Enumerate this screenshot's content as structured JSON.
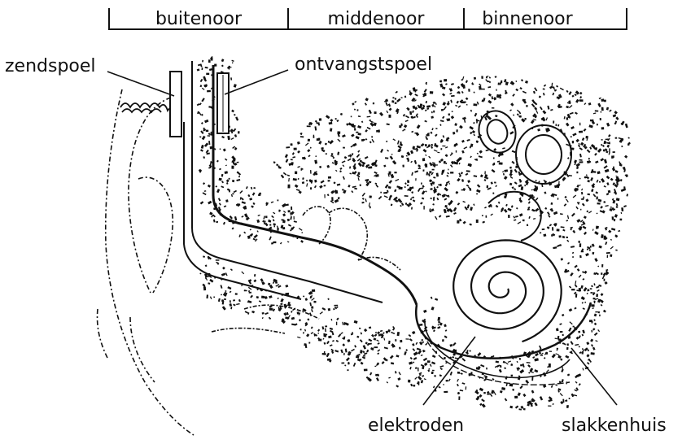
{
  "regions": {
    "outer_ear": "buitenoor",
    "middle_ear": "middenoor",
    "inner_ear": "binnenoor"
  },
  "labels": {
    "transmitter_coil": "zendspoel",
    "receiver_coil": "ontvangstspoel",
    "electrodes": "elektroden",
    "cochlea": "slakkenhuis"
  },
  "colors": {
    "ink": "#111111",
    "background": "#ffffff"
  }
}
